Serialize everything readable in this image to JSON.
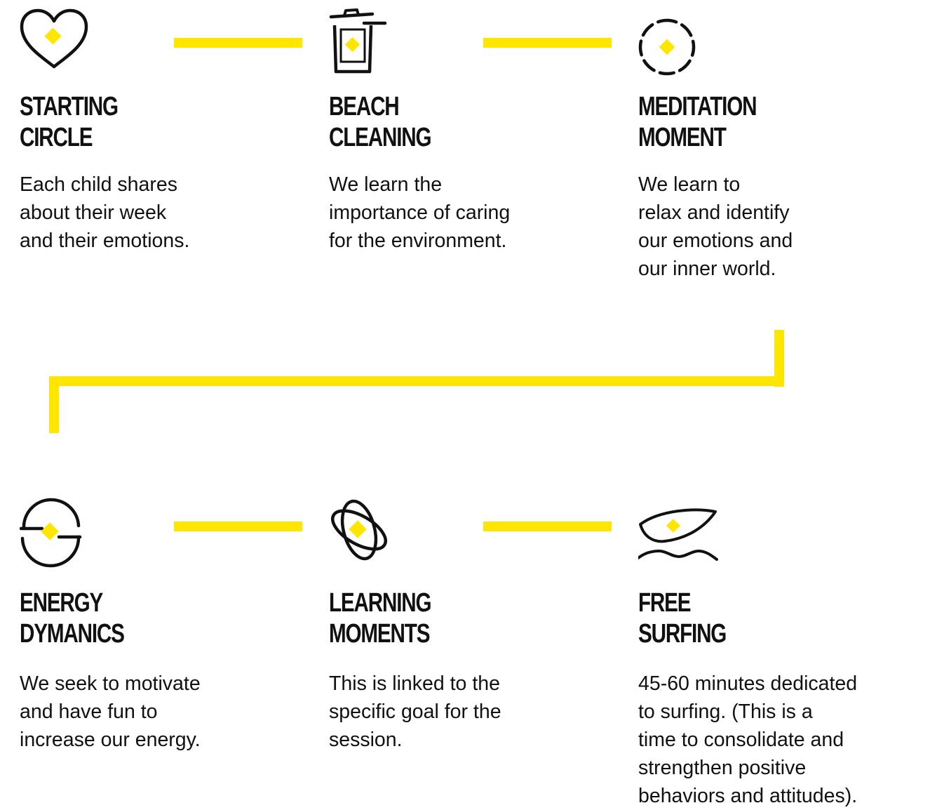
{
  "colors": {
    "accent": "#ffe600",
    "text": "#111111",
    "background": "#ffffff"
  },
  "steps": [
    {
      "icon": "heart-icon",
      "title_line1": "STARTING",
      "title_line2": "CIRCLE",
      "description": "Each child shares\nabout their week\nand their emotions."
    },
    {
      "icon": "trash-bin-icon",
      "title_line1": "BEACH",
      "title_line2": "CLEANING",
      "description": "We learn the\nimportance of caring\nfor the environment."
    },
    {
      "icon": "dashed-circle-icon",
      "title_line1": "MEDITATION",
      "title_line2": "MOMENT",
      "description": "We learn to\nrelax and identify\nour emotions and\nour inner world."
    },
    {
      "icon": "energy-circle-icon",
      "title_line1": "ENERGY",
      "title_line2": "DYMANICS",
      "description": "We seek to motivate\nand have fun to\nincrease our energy."
    },
    {
      "icon": "orbit-icon",
      "title_line1": "LEARNING",
      "title_line2": "MOMENTS",
      "description": "This is linked to the\nspecific goal for the\nsession."
    },
    {
      "icon": "surfboard-wave-icon",
      "title_line1": "FREE",
      "title_line2": "SURFING",
      "description": " 45-60 minutes dedicated\nto surfing. (This is a\ntime to consolidate and\nstrengthen positive\nbehaviors and attitudes)."
    }
  ]
}
